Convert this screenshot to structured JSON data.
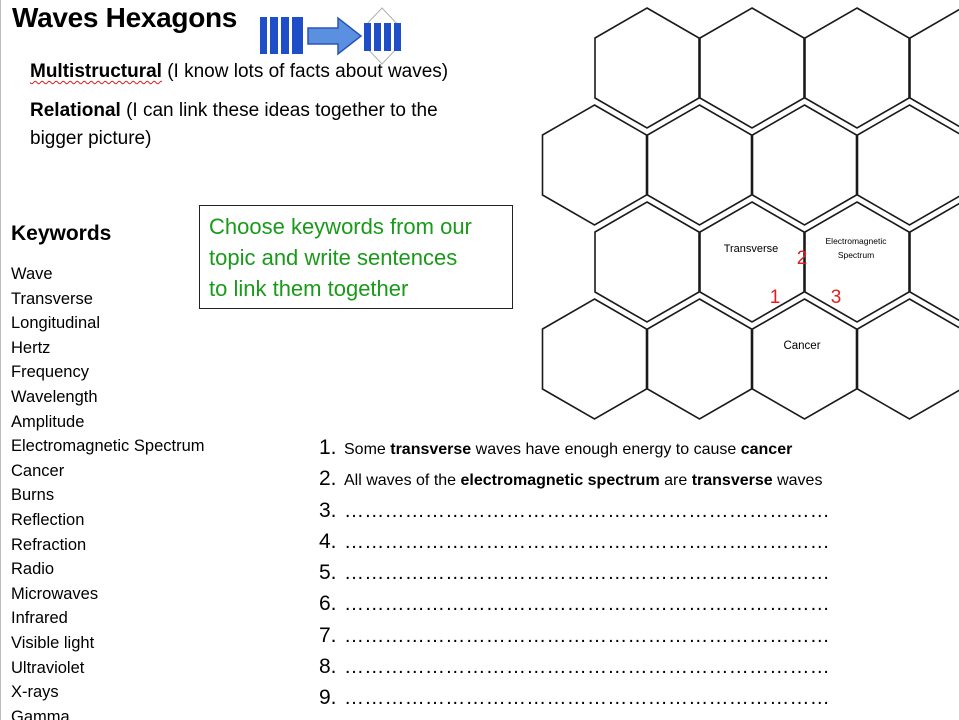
{
  "header": {
    "title": "Waves Hexagons"
  },
  "solo": {
    "multistructural_term": "Multistructural",
    "multistructural_desc": " (I know lots of facts about waves)",
    "relational_term": "Relational",
    "relational_desc_line1": " (I can link these ideas together to the",
    "relational_desc_line2": "bigger picture)"
  },
  "keywords": {
    "heading": "Keywords",
    "items": [
      "Wave",
      "Transverse",
      "Longitudinal",
      "Hertz",
      "Frequency",
      "Wavelength",
      "Amplitude",
      "Electromagnetic Spectrum",
      "Cancer",
      "Burns",
      "Reflection",
      "Refraction",
      "Radio",
      "Microwaves",
      "Infrared",
      "Visible light",
      "Ultraviolet",
      "X-rays",
      "Gamma"
    ]
  },
  "instruction": {
    "line1": "Choose keywords from our",
    "line2": "topic and write sentences",
    "line3": "to link them together"
  },
  "hexagons": {
    "transverse": "Transverse",
    "em_line1": "Electromagnetic",
    "em_line2": "Spectrum",
    "cancer": "Cancer",
    "link1": "1",
    "link2": "2",
    "link3": "3",
    "link_color": "#e02020"
  },
  "sentences": {
    "s1": {
      "num": "1.",
      "a": "Some ",
      "b": "transverse",
      "c": " waves have enough energy to cause ",
      "d": "cancer"
    },
    "s2": {
      "num": "2.",
      "a": "All waves of the ",
      "b": "electromagnetic spectrum",
      "c": " are ",
      "d": "transverse",
      "e": " waves"
    },
    "blank_lines": [
      {
        "num": "3.",
        "dots": "………………………………………………………………"
      },
      {
        "num": "4.",
        "dots": "………………………………………………………………"
      },
      {
        "num": "5.",
        "dots": "………………………………………………………………"
      },
      {
        "num": "6.",
        "dots": "………………………………………………………………"
      },
      {
        "num": "7.",
        "dots": "………………………………………………………………"
      },
      {
        "num": "8.",
        "dots": "………………………………………………………………"
      },
      {
        "num": "9.",
        "dots": "………………………………………………………………"
      }
    ]
  },
  "colors": {
    "instruction_text": "#1a9a1a",
    "icon_blue": "#1f4fc8",
    "link_numbers": "#e02020"
  }
}
